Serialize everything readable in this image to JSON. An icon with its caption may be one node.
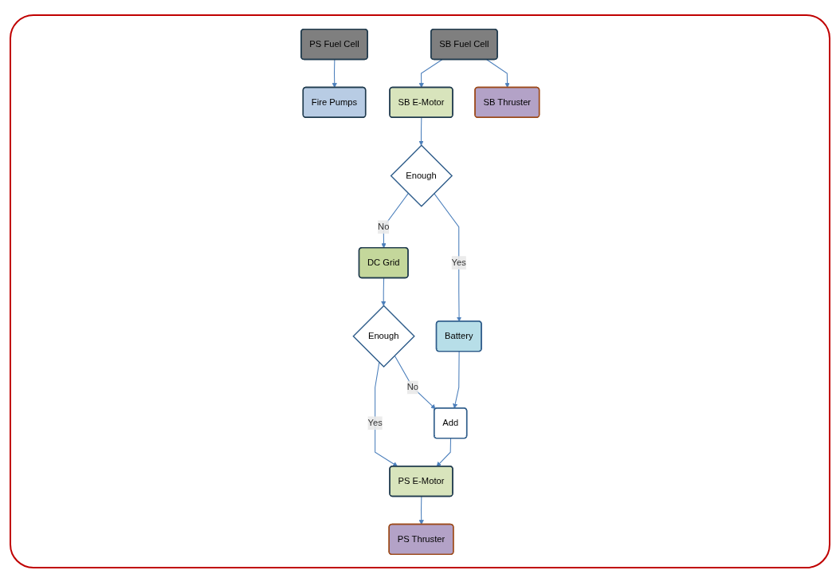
{
  "diagram": {
    "nodes": [
      {
        "text": [
          "DC Grid"
        ]
      },
      {
        "text": [
          "PS Fuel Cell"
        ]
      },
      {
        "text": [
          "PS E-Motor"
        ]
      },
      {
        "text": [
          "SB Fuel Cell"
        ]
      },
      {
        "text": [
          "SB E-Motor"
        ]
      },
      {
        "text": [
          "Enough"
        ]
      },
      {
        "text": [
          "Enough"
        ]
      },
      {
        "text": [
          "Add"
        ]
      },
      {
        "text": [
          "Fire Pumps"
        ]
      },
      {
        "text": [
          "PS Thruster"
        ]
      },
      {
        "text": [
          "SB Thruster"
        ]
      },
      {
        "text": [
          "Battery"
        ]
      }
    ],
    "edges": [
      {
        "from": 0,
        "to": 5,
        "arrow": "to"
      },
      {
        "from": 5,
        "to": 2,
        "label": "Yes",
        "arrow": "to"
      },
      {
        "from": 5,
        "to": 7,
        "label": "No",
        "arrow": "to"
      },
      {
        "from": 7,
        "to": 2,
        "arrow": "to"
      },
      {
        "from": 11,
        "to": 7,
        "arrow": "to"
      },
      {
        "from": 1,
        "to": 8,
        "arrow": "to"
      },
      {
        "from": 2,
        "to": 9,
        "arrow": "to"
      },
      {
        "from": 3,
        "to": 4,
        "arrow": "to"
      },
      {
        "from": 3,
        "to": 10,
        "arrow": "to"
      },
      {
        "from": 4,
        "to": 6,
        "arrow": "to"
      },
      {
        "from": 6,
        "to": 0,
        "label": "No",
        "arrow": "to"
      },
      {
        "from": 6,
        "to": 11,
        "label": "Yes",
        "arrow": "to"
      }
    ]
  }
}
